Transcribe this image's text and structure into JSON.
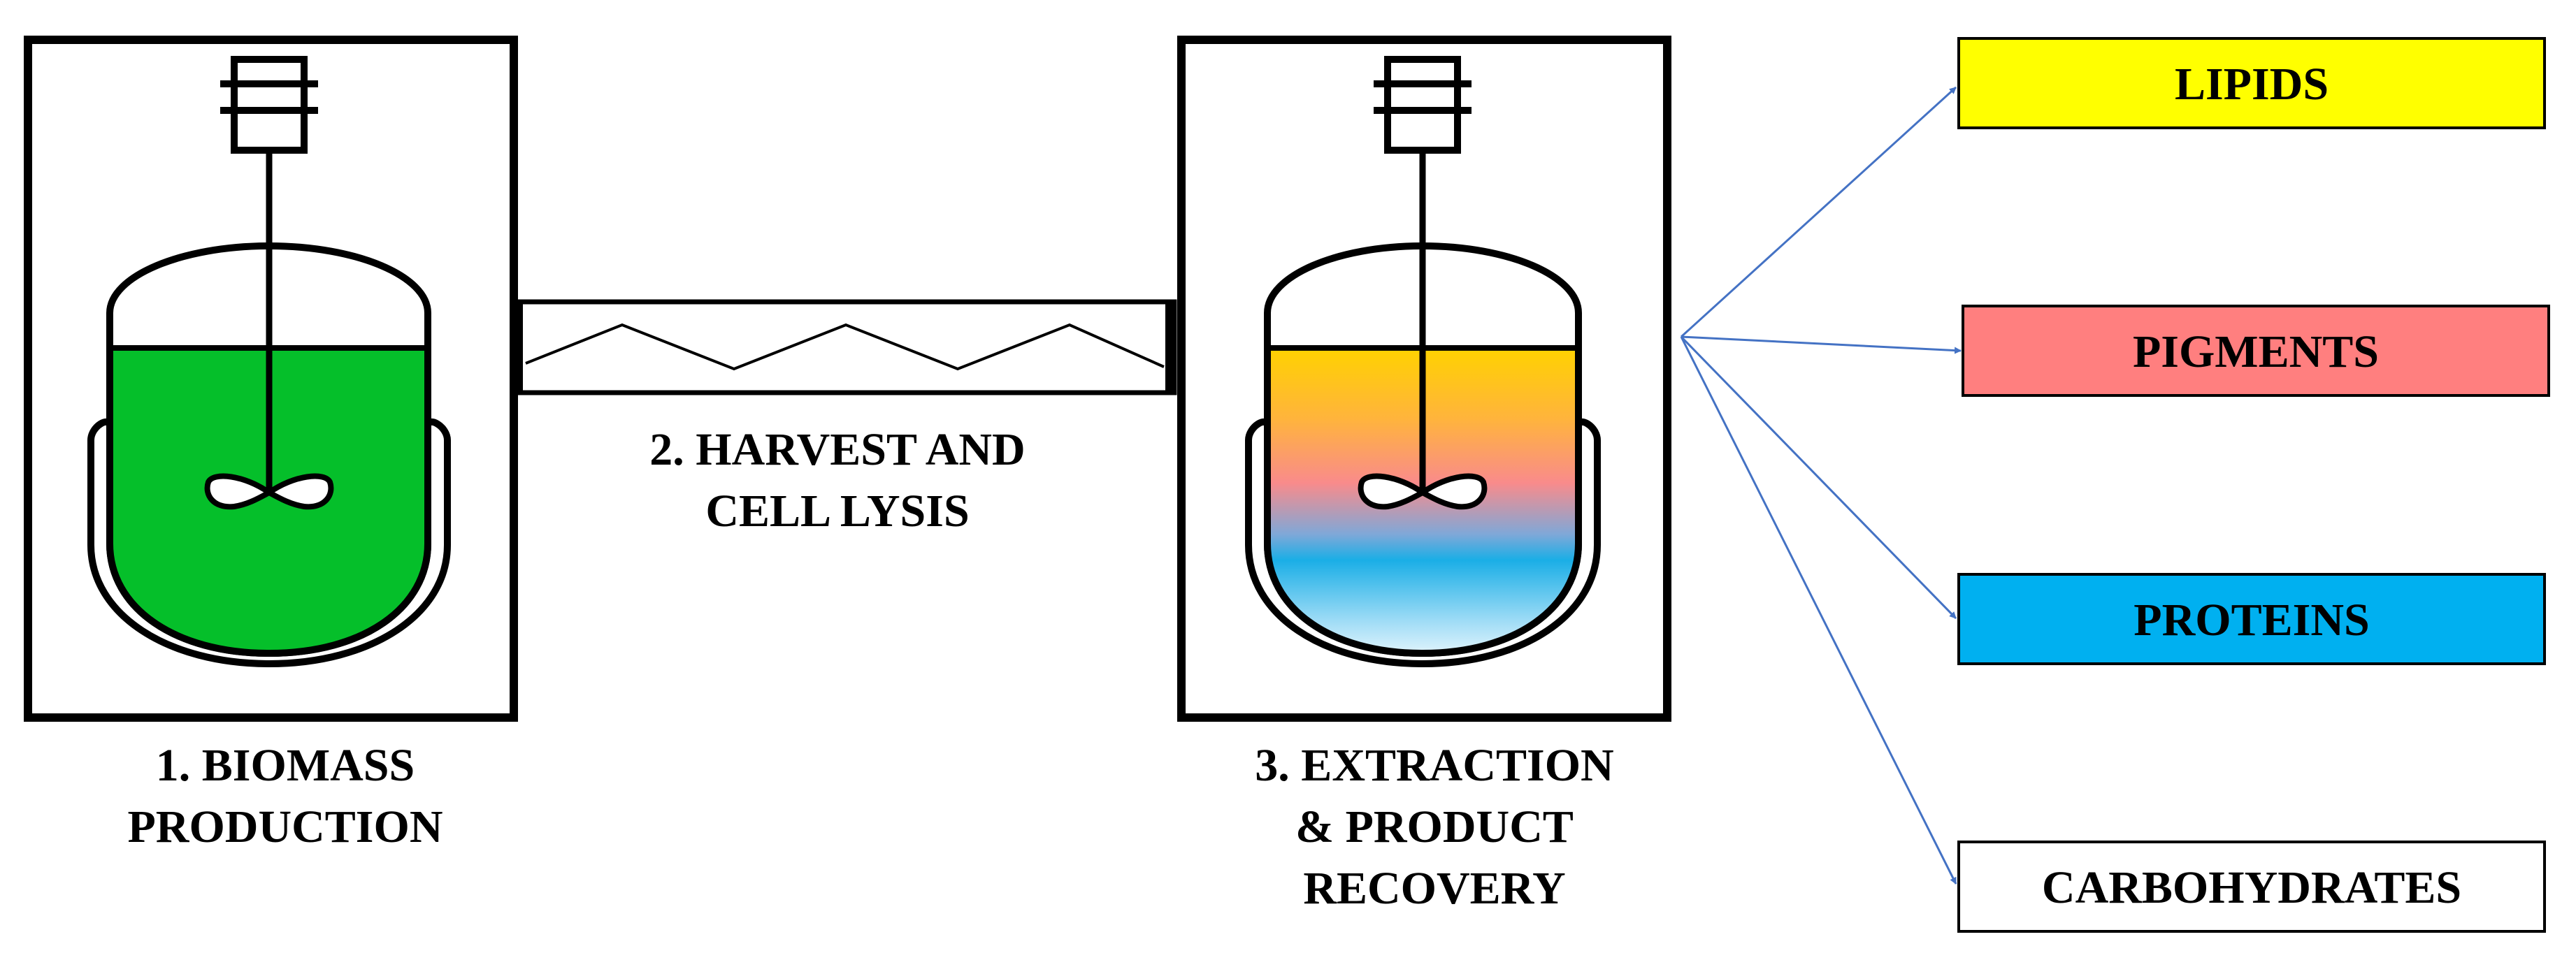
{
  "stages": {
    "biomass": {
      "line1": "1. BIOMASS",
      "line2": "PRODUCTION",
      "liquid_color": "#05BF2A"
    },
    "harvest": {
      "line1": "2. HARVEST AND",
      "line2": "CELL LYSIS"
    },
    "extraction": {
      "line1": "3. EXTRACTION",
      "line2": "& PRODUCT",
      "line3": "RECOVERY"
    }
  },
  "products": [
    {
      "label": "LIPIDS",
      "color": "#FFFF00"
    },
    {
      "label": "PIGMENTS",
      "color": "#FF7F7F"
    },
    {
      "label": "PROTEINS",
      "color": "#00B0F0"
    },
    {
      "label": "CARBOHYDRATES",
      "color": "#FFFFFF"
    }
  ],
  "arrow_color": "#4472C4"
}
